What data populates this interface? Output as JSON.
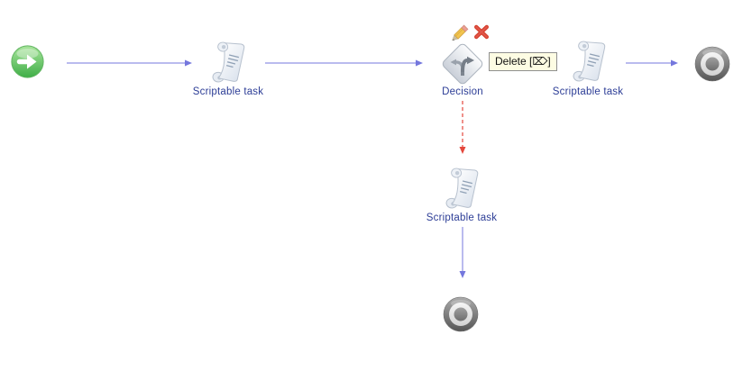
{
  "canvas": {
    "background": "#ffffff"
  },
  "nodes": {
    "start": {
      "type": "start"
    },
    "task1": {
      "type": "scriptable-task",
      "label": "Scriptable task"
    },
    "decision": {
      "type": "decision",
      "label": "Decision"
    },
    "task2": {
      "type": "scriptable-task",
      "label": "Scriptable task"
    },
    "end1": {
      "type": "end"
    },
    "task3": {
      "type": "scriptable-task",
      "label": "Scriptable task"
    },
    "end2": {
      "type": "end"
    }
  },
  "edges": [
    {
      "from": "start",
      "to": "task1",
      "style": "solid",
      "color": "#7477dd"
    },
    {
      "from": "task1",
      "to": "decision",
      "style": "solid",
      "color": "#7477dd"
    },
    {
      "from": "decision",
      "to": "task2",
      "style": "solid",
      "color": "#7477dd"
    },
    {
      "from": "task2",
      "to": "end1",
      "style": "solid",
      "color": "#7477dd"
    },
    {
      "from": "decision",
      "to": "task3",
      "style": "dashed",
      "color": "#e4473c"
    },
    {
      "from": "task3",
      "to": "end2",
      "style": "solid",
      "color": "#7477dd"
    }
  ],
  "overlay": {
    "edit_icon": "pencil",
    "delete_icon": "red-x",
    "tooltip": "Delete [⌦]"
  },
  "colors": {
    "label_text": "#2c3d96",
    "edge_blue": "#7477dd",
    "edge_red": "#e4473c",
    "tooltip_bg": "#fdfce3",
    "tooltip_border": "#8f8f8f",
    "start_green": "#4db44d"
  }
}
